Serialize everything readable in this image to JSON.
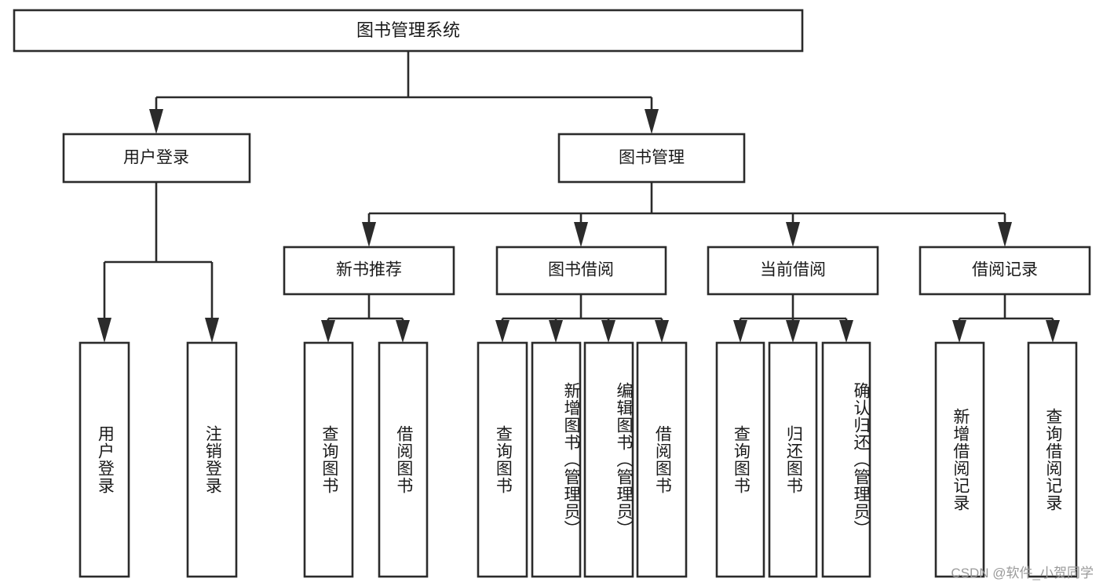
{
  "diagram": {
    "type": "tree-hierarchy",
    "title": "图书管理系统",
    "watermark": "CSDN @软件_小贺同学",
    "colors": {
      "background": "#ffffff",
      "box_stroke": "#2b2b2b",
      "box_fill": "#ffffff",
      "text": "#1a1a1a",
      "watermark": "#9a9a9a"
    },
    "levels": {
      "root": {
        "label": "图书管理系统"
      },
      "level2": [
        {
          "id": "user-login",
          "label": "用户登录"
        },
        {
          "id": "book-management",
          "label": "图书管理"
        }
      ],
      "level3": [
        {
          "id": "new-book-recommend",
          "label": "新书推荐",
          "parent": "book-management"
        },
        {
          "id": "book-borrow",
          "label": "图书借阅",
          "parent": "book-management"
        },
        {
          "id": "current-borrow",
          "label": "当前借阅",
          "parent": "book-management"
        },
        {
          "id": "borrow-record",
          "label": "借阅记录",
          "parent": "book-management"
        }
      ],
      "leaves": [
        {
          "id": "leaf-user-login",
          "label": "用户登录",
          "parent": "user-login"
        },
        {
          "id": "leaf-logout-login",
          "label": "注销登录",
          "parent": "user-login"
        },
        {
          "id": "leaf-query-book-1",
          "label": "查询图书",
          "parent": "new-book-recommend"
        },
        {
          "id": "leaf-borrow-book-1",
          "label": "借阅图书",
          "parent": "new-book-recommend"
        },
        {
          "id": "leaf-query-book-2",
          "label": "查询图书",
          "parent": "book-borrow"
        },
        {
          "id": "leaf-add-book",
          "label": "新增图书（管理员）",
          "parent": "book-borrow"
        },
        {
          "id": "leaf-edit-book",
          "label": "编辑图书（管理员）",
          "parent": "book-borrow"
        },
        {
          "id": "leaf-borrow-book-2",
          "label": "借阅图书",
          "parent": "book-borrow"
        },
        {
          "id": "leaf-query-book-3",
          "label": "查询图书",
          "parent": "current-borrow"
        },
        {
          "id": "leaf-return-book",
          "label": "归还图书",
          "parent": "current-borrow"
        },
        {
          "id": "leaf-confirm-return",
          "label": "确认归还（管理员）",
          "parent": "current-borrow"
        },
        {
          "id": "leaf-add-record",
          "label": "新增借阅记录",
          "parent": "borrow-record"
        },
        {
          "id": "leaf-query-record",
          "label": "查询借阅记录",
          "parent": "borrow-record"
        }
      ]
    }
  }
}
